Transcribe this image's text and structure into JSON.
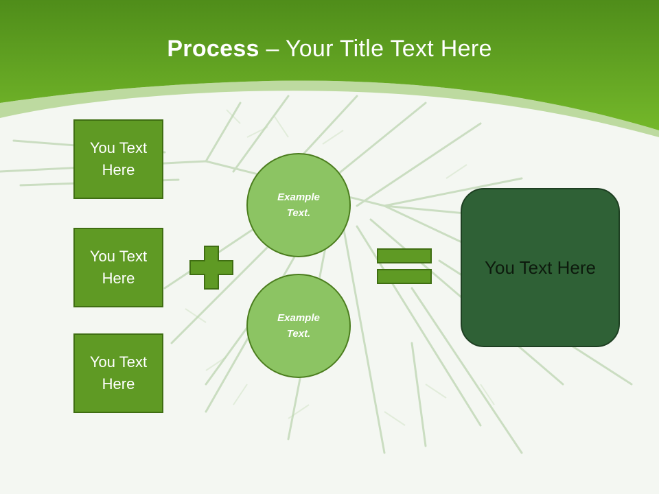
{
  "slide": {
    "title_bold": "Process",
    "title_rest": " – Your Title Text Here",
    "left_boxes": [
      {
        "label": "You Text\nHere"
      },
      {
        "label": "You Text\nHere"
      },
      {
        "label": "You Text\nHere"
      }
    ],
    "circles": [
      {
        "label": "Example\nText."
      },
      {
        "label": "Example\nText."
      }
    ],
    "result_label": "You Text Here",
    "plus_icon": "plus-icon",
    "equals_icon": "equals-icon"
  },
  "colors": {
    "header_green": "#6cb324",
    "box_fill": "#5f9a24",
    "circle_fill": "#8cc463",
    "result_fill": "#2f6136"
  }
}
